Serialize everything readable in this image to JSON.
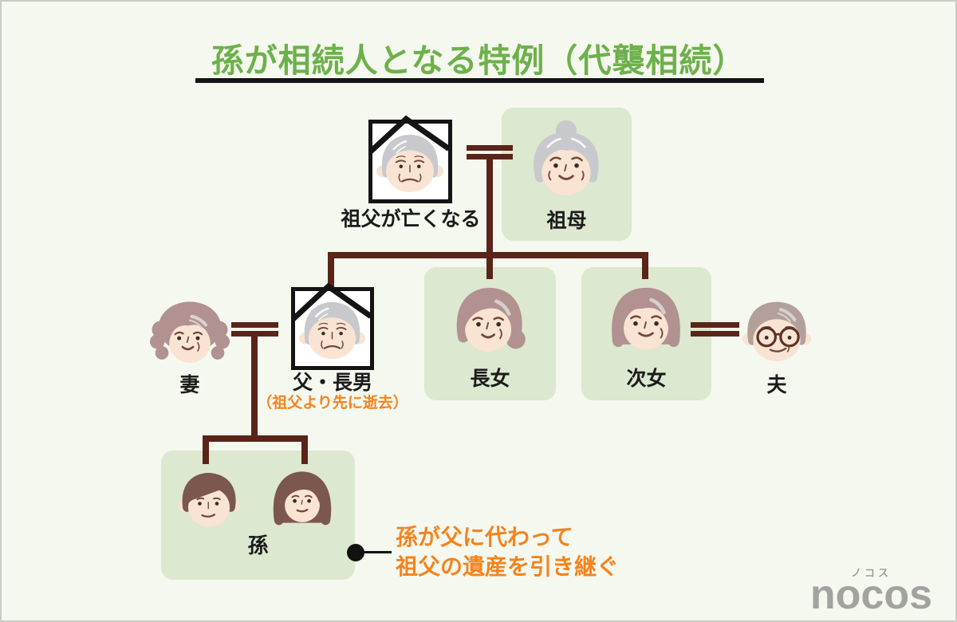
{
  "title": "孫が相続人となる特例（代襲相続）",
  "family": {
    "grandfather": "祖父が亡くなる",
    "grandmother": "祖母",
    "wife": "妻",
    "father": "父・長男",
    "father_note": "（祖父より先に逝去）",
    "eldest_daughter": "長女",
    "second_daughter": "次女",
    "husband": "夫",
    "grandchild": "孫"
  },
  "annotation": {
    "line1": "孫が父に代わって",
    "line2": "祖父の遺産を引き継ぐ"
  },
  "logo": {
    "kana": "ノコス",
    "name": "nocos"
  },
  "colors": {
    "title_green": "#6DB14A",
    "tree_line_brown": "#5A2418",
    "accent_orange": "#F5831D",
    "heir_box_green": "#DCE8CF",
    "logo_gray": "#A2A29E",
    "background": "#F5F8EF"
  }
}
